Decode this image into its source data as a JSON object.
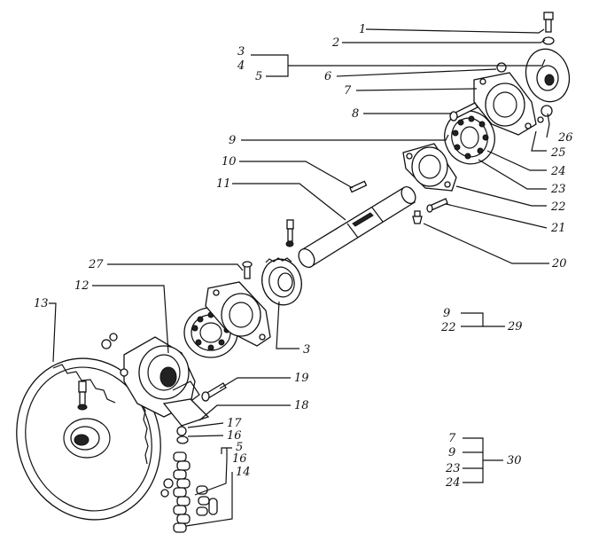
{
  "diagram": {
    "callouts": [
      {
        "id": "c1",
        "text": "1"
      },
      {
        "id": "c2",
        "text": "2"
      },
      {
        "id": "c3",
        "text": "3"
      },
      {
        "id": "c4",
        "text": "4"
      },
      {
        "id": "c5",
        "text": "5"
      },
      {
        "id": "c6",
        "text": "6"
      },
      {
        "id": "c7",
        "text": "7"
      },
      {
        "id": "c8",
        "text": "8"
      },
      {
        "id": "c9",
        "text": "9"
      },
      {
        "id": "c10",
        "text": "10"
      },
      {
        "id": "c11",
        "text": "11"
      },
      {
        "id": "c27",
        "text": "27"
      },
      {
        "id": "c12",
        "text": "12"
      },
      {
        "id": "c13",
        "text": "13"
      },
      {
        "id": "c3b",
        "text": "3"
      },
      {
        "id": "c19",
        "text": "19"
      },
      {
        "id": "c18",
        "text": "18"
      },
      {
        "id": "c17",
        "text": "17"
      },
      {
        "id": "c16",
        "text": "16"
      },
      {
        "id": "c5b",
        "text": "5"
      },
      {
        "id": "c16b",
        "text": "16"
      },
      {
        "id": "c14",
        "text": "14"
      },
      {
        "id": "c26",
        "text": "26"
      },
      {
        "id": "c25",
        "text": "25"
      },
      {
        "id": "c24",
        "text": "24"
      },
      {
        "id": "c23",
        "text": "23"
      },
      {
        "id": "c22",
        "text": "22"
      },
      {
        "id": "c21",
        "text": "21"
      },
      {
        "id": "c20",
        "text": "20"
      }
    ],
    "groups": [
      {
        "id": "g29",
        "items": [
          "9",
          "22"
        ],
        "result": "29"
      },
      {
        "id": "g30",
        "items": [
          "7",
          "9",
          "23",
          "24"
        ],
        "result": "30"
      }
    ]
  }
}
